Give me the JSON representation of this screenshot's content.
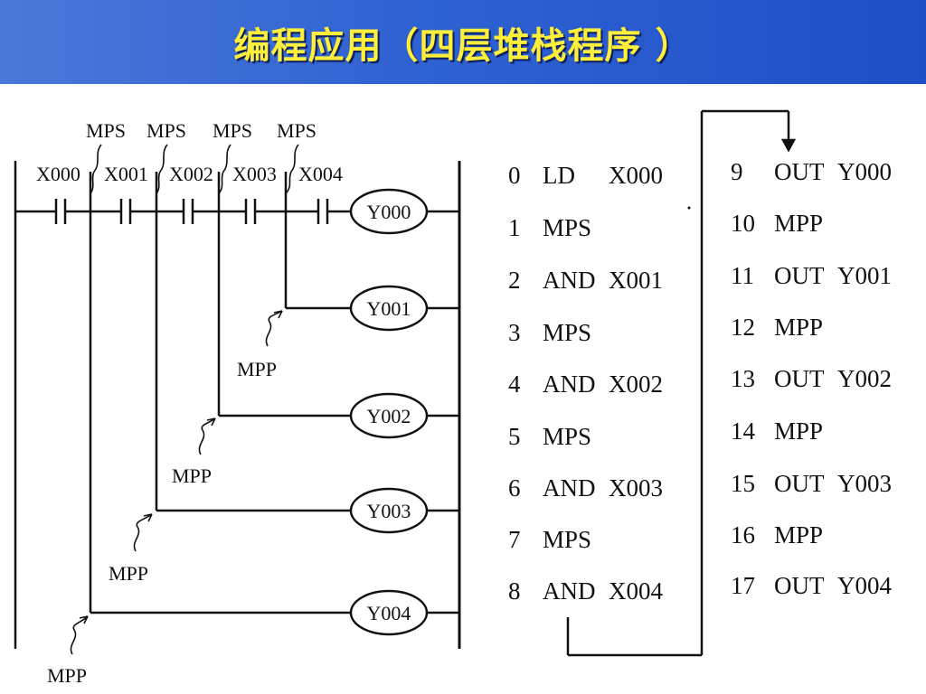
{
  "header": {
    "title": "编程应用（四层堆栈程序 ）"
  },
  "ladder": {
    "top_labels": [
      "MPS",
      "MPS",
      "MPS",
      "MPS"
    ],
    "contacts": [
      "X000",
      "X001",
      "X002",
      "X003",
      "X004"
    ],
    "coils": [
      "Y000",
      "Y001",
      "Y002",
      "Y003",
      "Y004"
    ],
    "mpp_labels": [
      "MPP",
      "MPP",
      "MPP",
      "MPP"
    ]
  },
  "listing": {
    "left": [
      {
        "step": "0",
        "op": "LD",
        "arg": "X000"
      },
      {
        "step": "1",
        "op": "MPS",
        "arg": ""
      },
      {
        "step": "2",
        "op": "AND",
        "arg": "X001"
      },
      {
        "step": "3",
        "op": "MPS",
        "arg": ""
      },
      {
        "step": "4",
        "op": "AND",
        "arg": "X002"
      },
      {
        "step": "5",
        "op": "MPS",
        "arg": ""
      },
      {
        "step": "6",
        "op": "AND",
        "arg": "X003"
      },
      {
        "step": "7",
        "op": "MPS",
        "arg": ""
      },
      {
        "step": "8",
        "op": "AND",
        "arg": "X004"
      }
    ],
    "right": [
      {
        "step": "9",
        "op": "OUT",
        "arg": "Y000"
      },
      {
        "step": "10",
        "op": "MPP",
        "arg": ""
      },
      {
        "step": "11",
        "op": "OUT",
        "arg": "Y001"
      },
      {
        "step": "12",
        "op": "MPP",
        "arg": ""
      },
      {
        "step": "13",
        "op": "OUT",
        "arg": "Y002"
      },
      {
        "step": "14",
        "op": "MPP",
        "arg": ""
      },
      {
        "step": "15",
        "op": "OUT",
        "arg": "Y003"
      },
      {
        "step": "16",
        "op": "MPP",
        "arg": ""
      },
      {
        "step": "17",
        "op": "OUT",
        "arg": "Y004"
      }
    ]
  }
}
